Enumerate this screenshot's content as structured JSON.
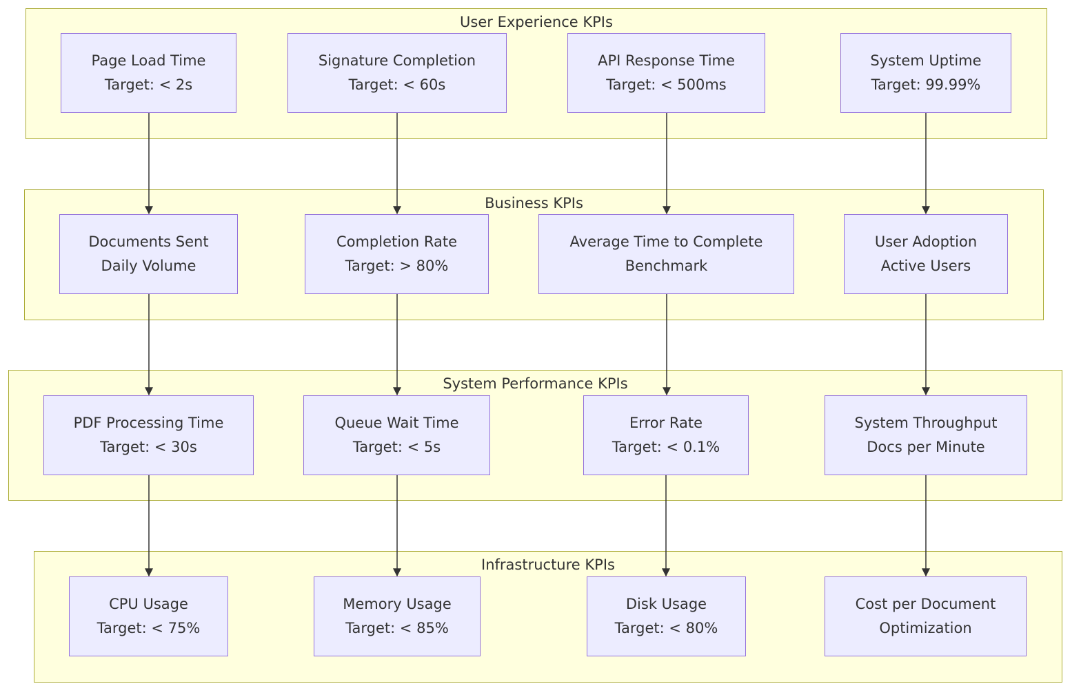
{
  "groups": {
    "ux": {
      "title": "User Experience KPIs"
    },
    "biz": {
      "title": "Business KPIs"
    },
    "sys": {
      "title": "System Performance KPIs"
    },
    "infra": {
      "title": "Infrastructure KPIs"
    }
  },
  "nodes": {
    "page_load": {
      "line1": "Page Load Time",
      "line2": "Target: < 2s"
    },
    "sig_completion": {
      "line1": "Signature Completion",
      "line2": "Target: < 60s"
    },
    "api_response": {
      "line1": "API Response Time",
      "line2": "Target: < 500ms"
    },
    "uptime": {
      "line1": "System Uptime",
      "line2": "Target: 99.99%"
    },
    "docs_sent": {
      "line1": "Documents Sent",
      "line2": "Daily Volume"
    },
    "completion_rate": {
      "line1": "Completion Rate",
      "line2": "Target: > 80%"
    },
    "avg_time": {
      "line1": "Average Time to Complete",
      "line2": "Benchmark"
    },
    "user_adoption": {
      "line1": "User Adoption",
      "line2": "Active Users"
    },
    "pdf_processing": {
      "line1": "PDF Processing Time",
      "line2": "Target: < 30s"
    },
    "queue_wait": {
      "line1": "Queue Wait Time",
      "line2": "Target: < 5s"
    },
    "error_rate": {
      "line1": "Error Rate",
      "line2": "Target: < 0.1%"
    },
    "throughput": {
      "line1": "System Throughput",
      "line2": "Docs per Minute"
    },
    "cpu": {
      "line1": "CPU Usage",
      "line2": "Target: < 75%"
    },
    "memory": {
      "line1": "Memory Usage",
      "line2": "Target: < 85%"
    },
    "disk": {
      "line1": "Disk Usage",
      "line2": "Target: < 80%"
    },
    "cost": {
      "line1": "Cost per Document",
      "line2": "Optimization"
    }
  },
  "edges": [
    [
      "page_load",
      "docs_sent"
    ],
    [
      "sig_completion",
      "completion_rate"
    ],
    [
      "api_response",
      "avg_time"
    ],
    [
      "uptime",
      "user_adoption"
    ],
    [
      "docs_sent",
      "pdf_processing"
    ],
    [
      "completion_rate",
      "queue_wait"
    ],
    [
      "avg_time",
      "error_rate"
    ],
    [
      "user_adoption",
      "throughput"
    ],
    [
      "pdf_processing",
      "cpu"
    ],
    [
      "queue_wait",
      "memory"
    ],
    [
      "error_rate",
      "disk"
    ],
    [
      "throughput",
      "cost"
    ]
  ],
  "colors": {
    "group_fill": "#ffffde",
    "group_border": "#aaaa33",
    "node_fill": "#ececff",
    "node_border": "#9370db",
    "edge": "#333333",
    "text": "#333333"
  }
}
